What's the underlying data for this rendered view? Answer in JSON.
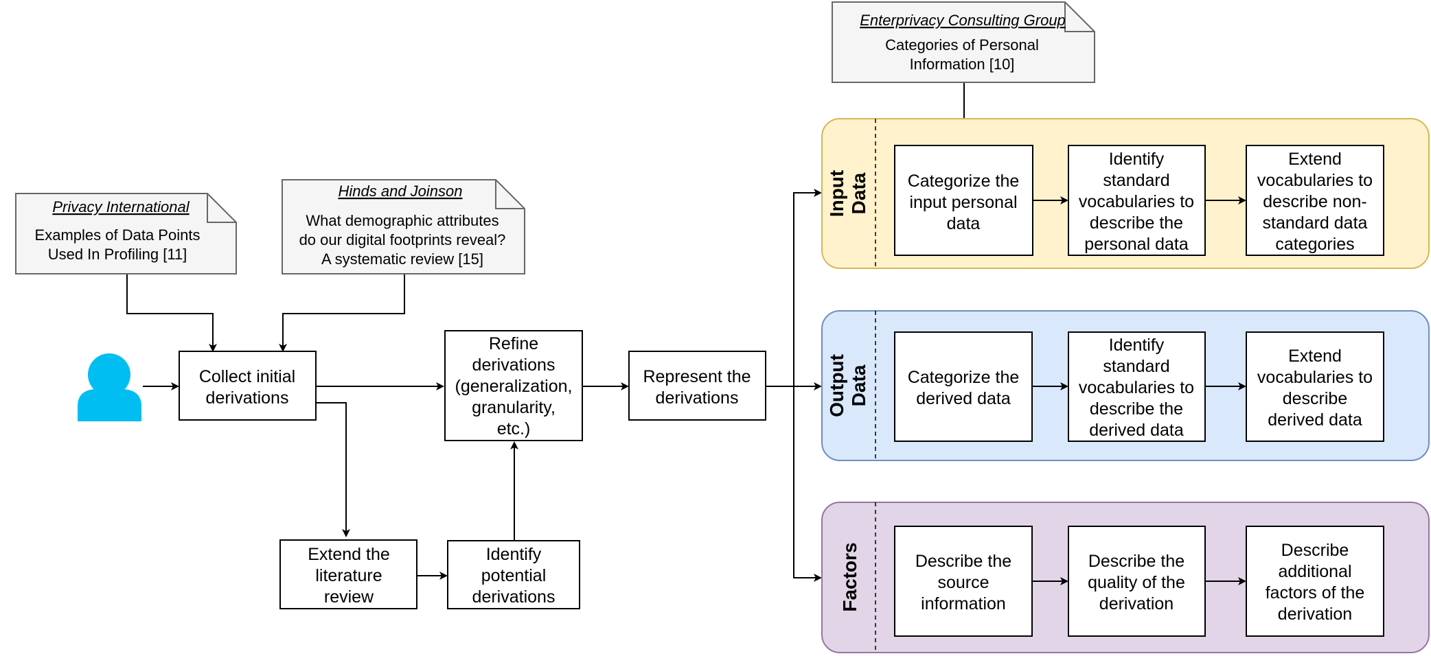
{
  "notes": {
    "privacy_international": {
      "title": "Privacy International",
      "lines": [
        "Examples of Data Points",
        "Used In Profiling [11]"
      ]
    },
    "hinds_joinson": {
      "title": "Hinds and Joinson",
      "lines": [
        "What demographic attributes",
        "do our digital footprints reveal?",
        "A systematic review [15]"
      ]
    },
    "enterprivacy": {
      "title": "Enterprivacy Consulting Group",
      "lines": [
        "Categories of Personal",
        "Information [10]"
      ]
    }
  },
  "actor": {
    "icon": "user-icon"
  },
  "process": {
    "collect": {
      "lines": [
        "Collect initial",
        "derivations"
      ]
    },
    "extend_review": {
      "lines": [
        "Extend the",
        "literature",
        "review"
      ]
    },
    "identify_potential": {
      "lines": [
        "Identify",
        "potential",
        "derivations"
      ]
    },
    "refine": {
      "lines": [
        "Refine",
        "derivations",
        "(generalization,",
        "granularity,",
        "etc.)"
      ]
    },
    "represent": {
      "lines": [
        "Represent the",
        "derivations"
      ]
    }
  },
  "lanes": {
    "input": {
      "label_lines": [
        "Input",
        "Data"
      ],
      "fill": "#fff2cc",
      "stroke": "#d6b656",
      "steps": [
        {
          "lines": [
            "Categorize the",
            "input personal",
            "data"
          ]
        },
        {
          "lines": [
            "Identify",
            "standard",
            "vocabularies to",
            "describe the",
            "personal data"
          ]
        },
        {
          "lines": [
            "Extend",
            "vocabularies to",
            "describe non-",
            "standard data",
            "categories"
          ]
        }
      ]
    },
    "output": {
      "label_lines": [
        "Output",
        "Data"
      ],
      "fill": "#dae8fc",
      "stroke": "#6c8ebf",
      "steps": [
        {
          "lines": [
            "Categorize the",
            "derived data"
          ]
        },
        {
          "lines": [
            "Identify",
            "standard",
            "vocabularies to",
            "describe the",
            "derived data"
          ]
        },
        {
          "lines": [
            "Extend",
            "vocabularies to",
            "describe",
            "derived data"
          ]
        }
      ]
    },
    "factors": {
      "label_lines": [
        "Factors"
      ],
      "fill": "#e1d5e7",
      "stroke": "#9673a6",
      "steps": [
        {
          "lines": [
            "Describe the",
            "source",
            "information"
          ]
        },
        {
          "lines": [
            "Describe the",
            "quality of the",
            "derivation"
          ]
        },
        {
          "lines": [
            "Describe",
            "additional",
            "factors of the",
            "derivation"
          ]
        }
      ]
    }
  },
  "colors": {
    "actor": "#00bef2",
    "note_fill": "#f5f5f5",
    "note_stroke": "#666666"
  }
}
